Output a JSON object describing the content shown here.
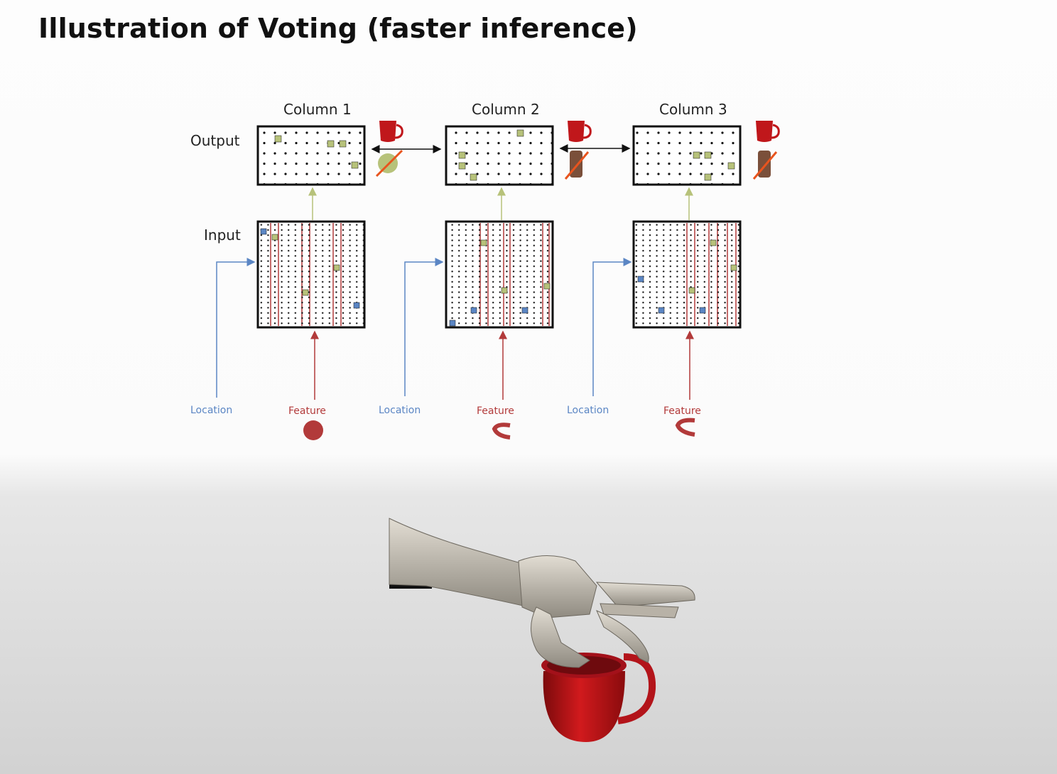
{
  "slide": {
    "title": "Illustration of Voting (faster inference)"
  },
  "diagram": {
    "row_labels": {
      "output": "Output",
      "input": "Input"
    },
    "columns": [
      {
        "name": "Column 1",
        "location_label": "Location",
        "feature_label": "Feature",
        "feature_icon": "red-dot-icon",
        "candidates": [
          "mug-icon",
          "ball-icon-crossed"
        ]
      },
      {
        "name": "Column 2",
        "location_label": "Location",
        "feature_label": "Feature",
        "feature_icon": "red-curve-icon",
        "candidates": [
          "mug-icon",
          "can-icon-crossed"
        ]
      },
      {
        "name": "Column 3",
        "location_label": "Location",
        "feature_label": "Feature",
        "feature_icon": "red-curve-icon",
        "candidates": [
          "mug-icon",
          "can-icon-crossed"
        ]
      }
    ],
    "colors": {
      "location": "#5b86c4",
      "feature": "#b23a3a",
      "output_cell": "#b7c27a",
      "mug": "#c0171b"
    }
  },
  "image": {
    "description_icon": "robot-hand-grasping-mug-icon"
  }
}
